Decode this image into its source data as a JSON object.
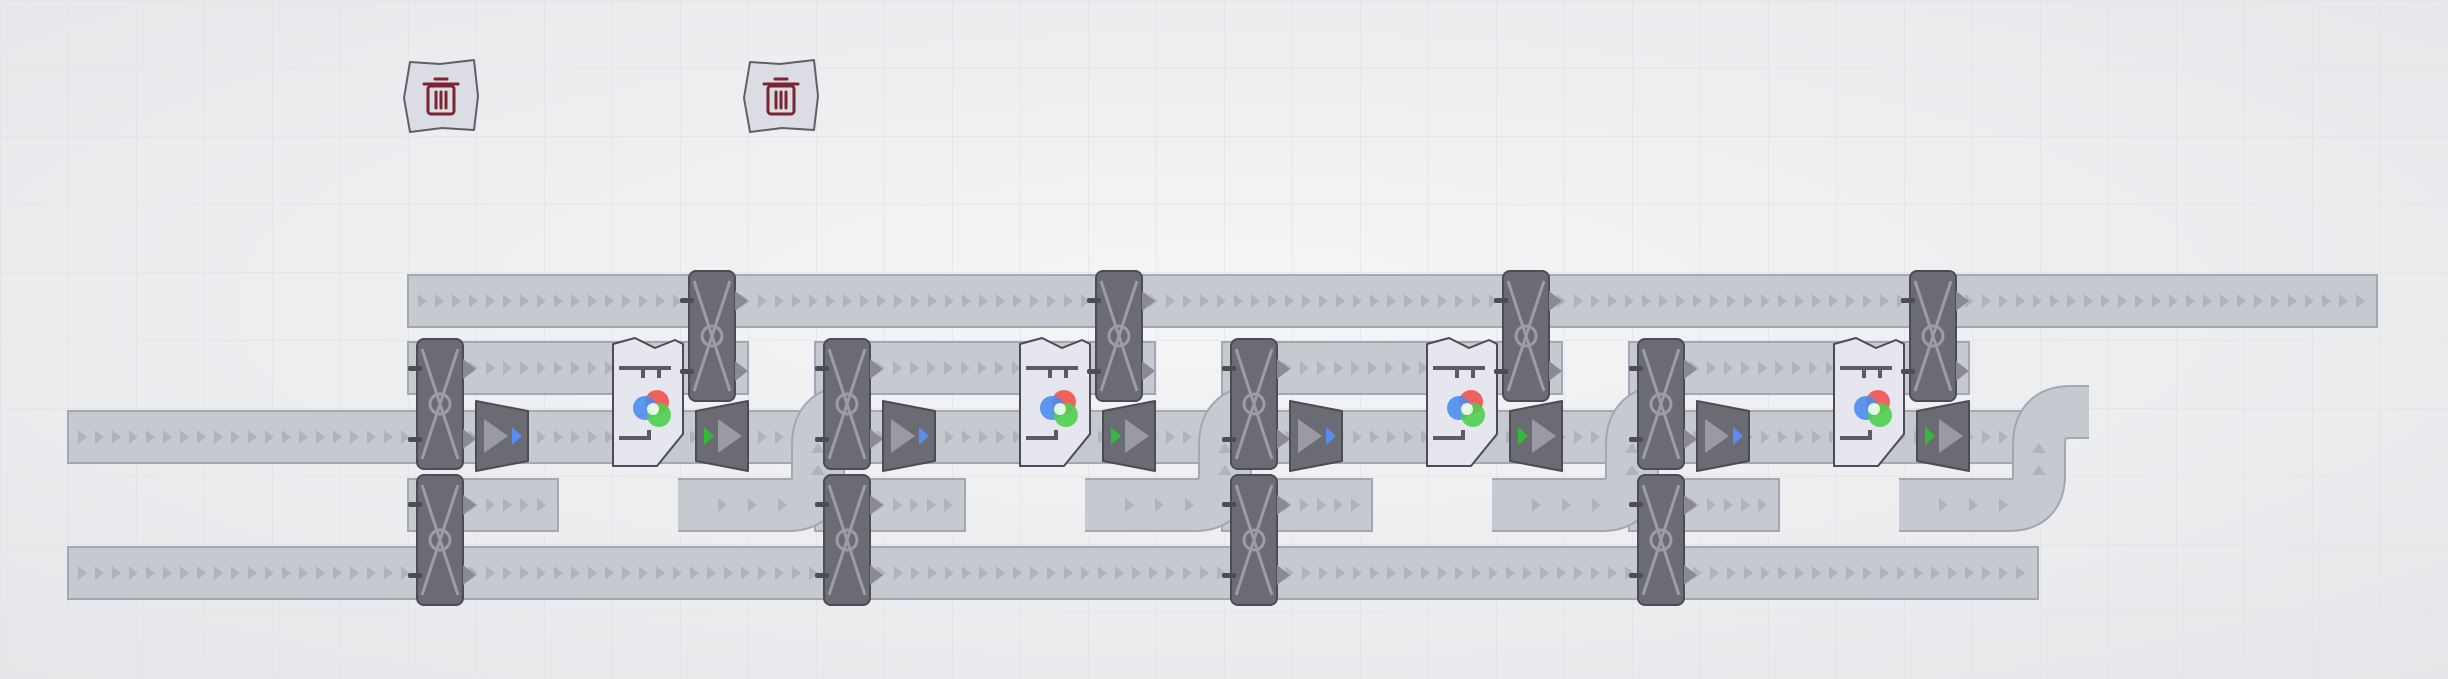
{
  "game": {
    "title": "",
    "colors": {
      "background": "#eef0f2",
      "grid": "#e2e4e8",
      "belt": "#c7c9d0",
      "belt_edge": "#a4a7b0",
      "belt_arrow": "#b0b3bb",
      "machine_dark": "#6b6c73",
      "machine_edge": "#4c4d54",
      "painter_body": "#e6e7ee",
      "trash_body": "#dcdde4",
      "trash_icon": "#7b2530",
      "accent_blue": "#5b8cf0",
      "accent_green": "#35b93b"
    },
    "trash_cans": [
      {
        "name": "trash-can-1",
        "icon": "trash-icon"
      },
      {
        "name": "trash-can-2",
        "icon": "trash-icon"
      }
    ],
    "lanes": [
      {
        "name": "top-feed-belt",
        "direction": "right"
      },
      {
        "name": "upper-branch-belt",
        "direction": "right"
      },
      {
        "name": "middle-main-belt",
        "direction": "right"
      },
      {
        "name": "bottom-main-belt",
        "direction": "right"
      }
    ],
    "stations": [
      {
        "name": "station-1",
        "splitters": 3,
        "painter_icon": "color-wheel-icon",
        "left_filter": "blue-arrow-icon",
        "right_filter": "green-arrow-icon"
      },
      {
        "name": "station-2",
        "splitters": 3,
        "painter_icon": "color-wheel-icon",
        "left_filter": "blue-arrow-icon",
        "right_filter": "green-arrow-icon"
      },
      {
        "name": "station-3",
        "splitters": 3,
        "painter_icon": "color-wheel-icon",
        "left_filter": "blue-arrow-icon",
        "right_filter": "green-arrow-icon"
      },
      {
        "name": "station-4",
        "splitters": 3,
        "painter_icon": "color-wheel-icon",
        "left_filter": "blue-arrow-icon",
        "right_filter": "green-arrow-icon"
      }
    ]
  }
}
